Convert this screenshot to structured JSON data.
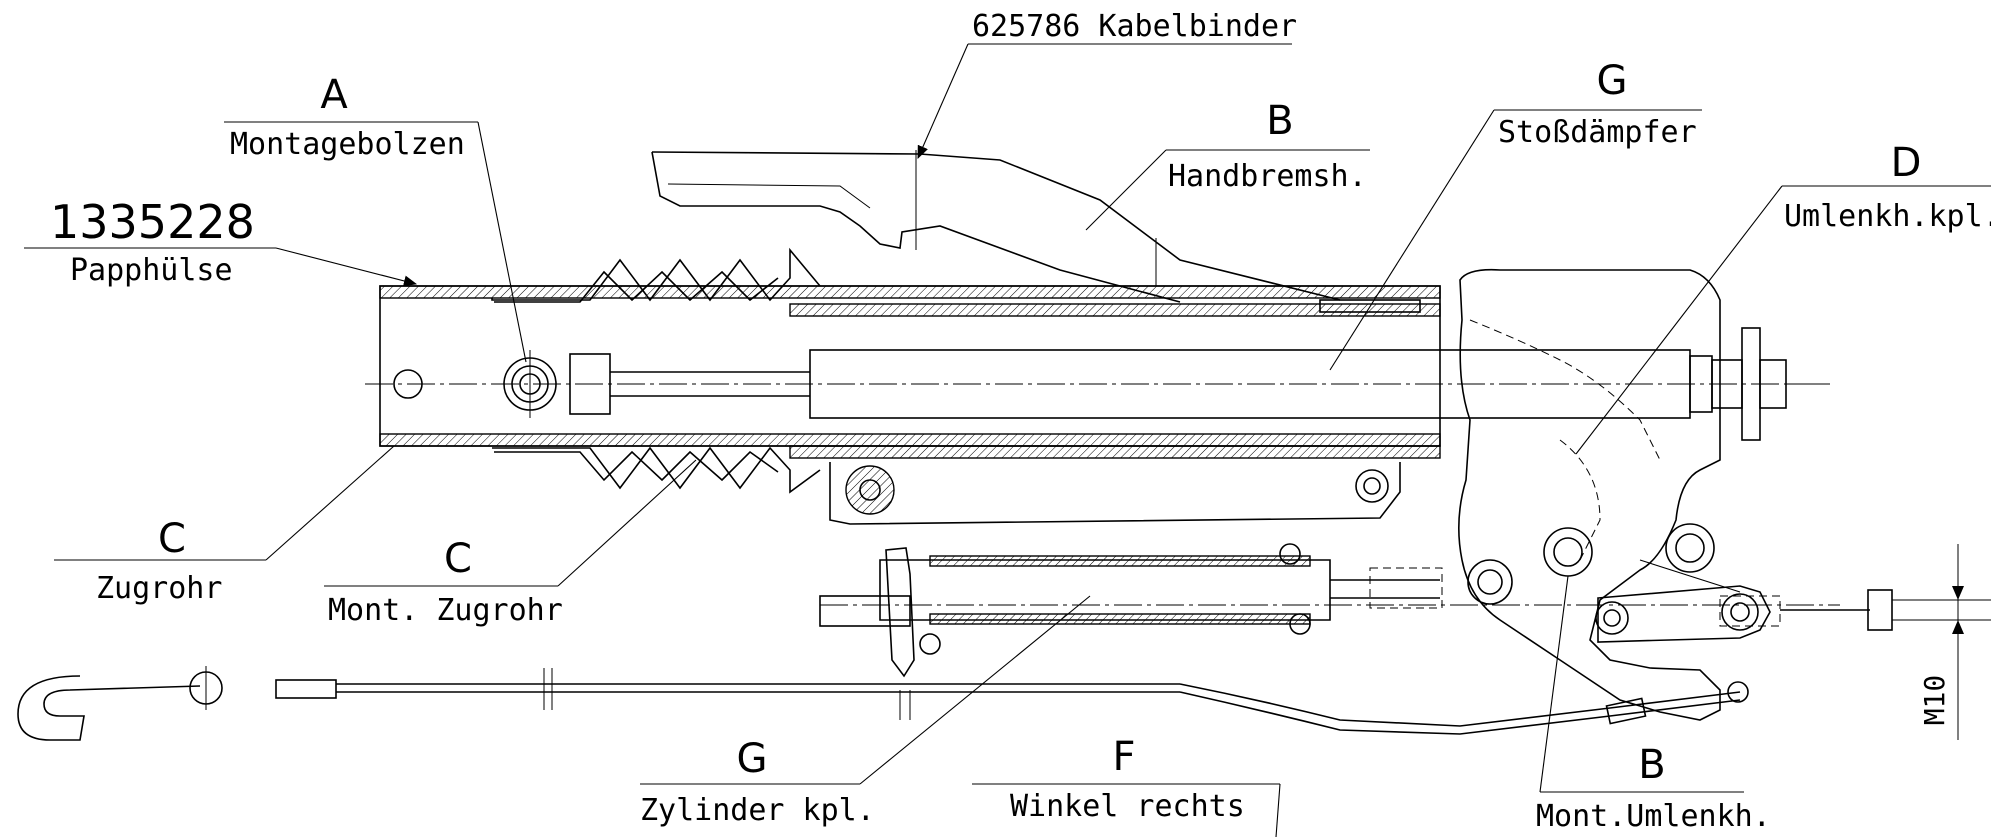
{
  "labels": {
    "kabelbinder": "625786 Kabelbinder",
    "a_letter": "A",
    "a_text": "Montagebolzen",
    "b1_letter": "B",
    "b1_text": "Handbremsh.",
    "g1_letter": "G",
    "g1_text": "Stoßdämpfer",
    "d_letter": "D",
    "d_text": "Umlenkh.kpl.",
    "part_number": "1335228",
    "pappe_text": "Papphülse",
    "c1_letter": "C",
    "c1_text": "Zugrohr",
    "c2_letter": "C",
    "c2_text": "Mont. Zugrohr",
    "g2_letter": "G",
    "g2_text": "Zylinder kpl.",
    "f_letter": "F",
    "f_text": "Winkel rechts",
    "b2_letter": "B",
    "b2_text": "Mont.Umlenkh.",
    "dim": "M10"
  }
}
